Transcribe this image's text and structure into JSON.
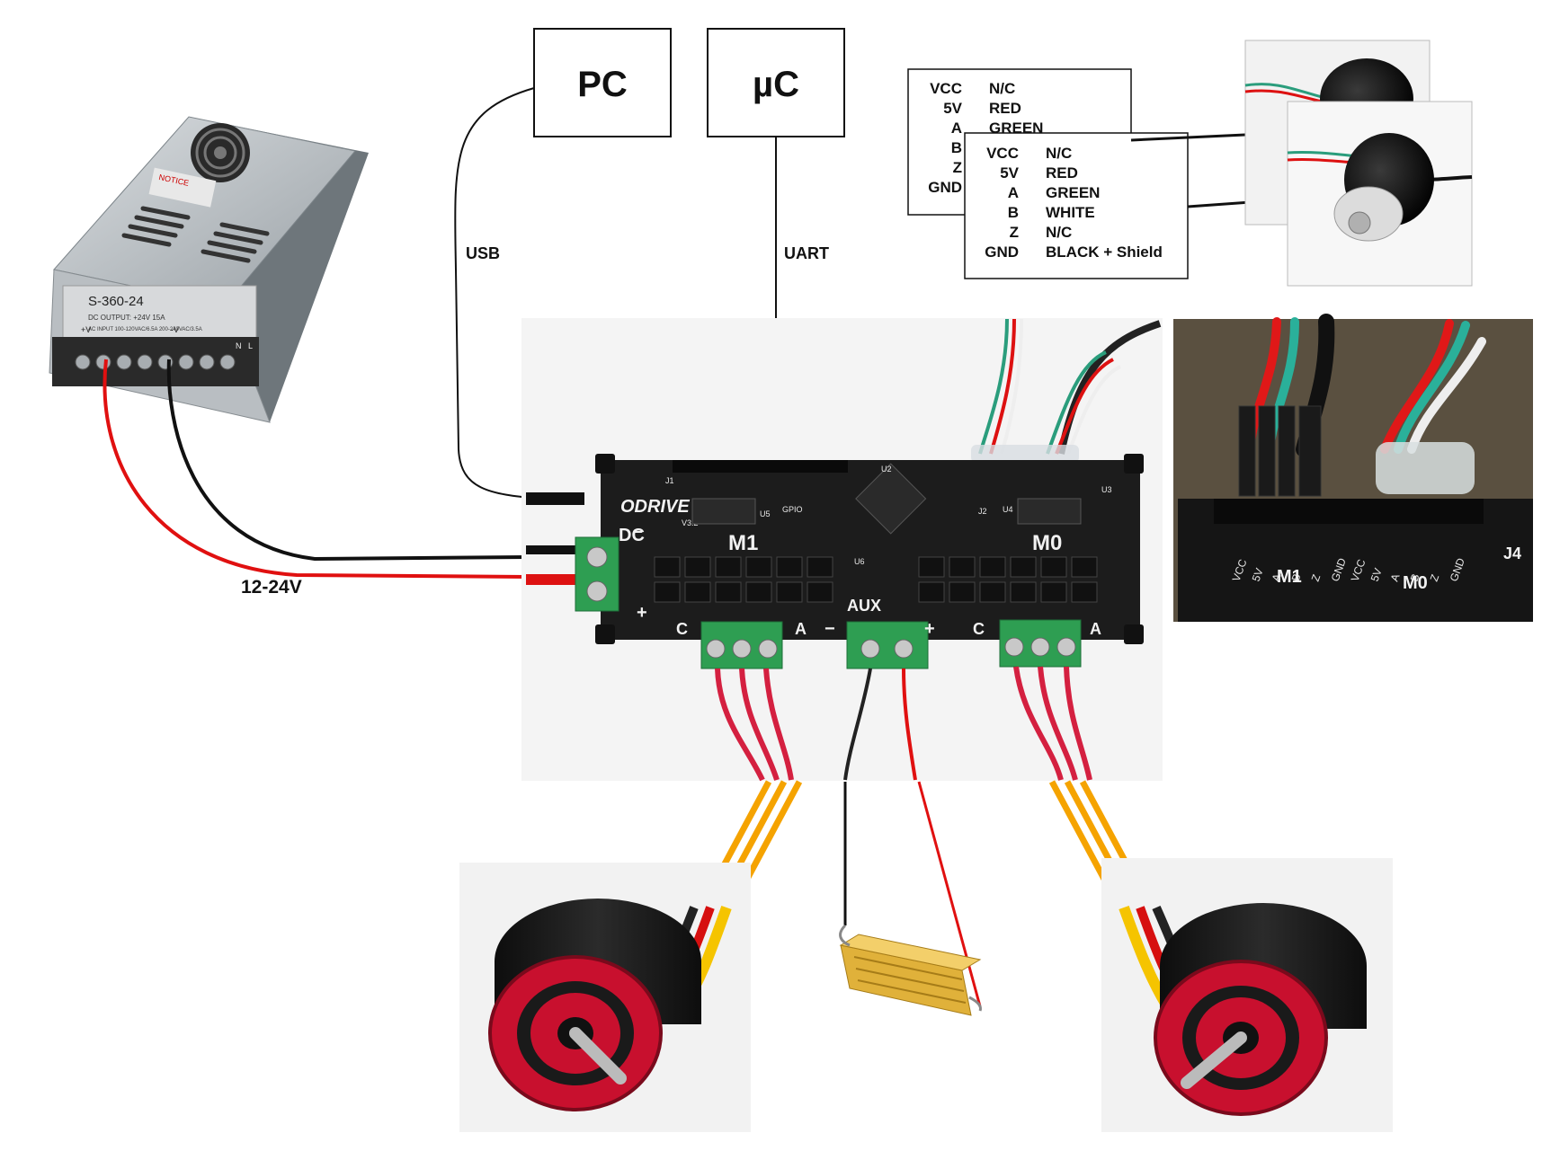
{
  "blocks": {
    "pc_label": "PC",
    "uc_label": "µC"
  },
  "links": {
    "usb_label": "USB",
    "uart_label": "UART",
    "power_label": "12-24V"
  },
  "psu": {
    "model": "S-360-24",
    "notice": "NOTICE",
    "output": "DC OUTPUT: +24V 15A",
    "input": "AC INPUT 100-120VAC/6.5A 200-240VAC/3.5A",
    "plus_v": "+V",
    "minus_v": "-V",
    "n_terminal": "N",
    "l_terminal": "L"
  },
  "board": {
    "brand": "ODRIVE",
    "version": "V3.2",
    "m1": "M1",
    "m0": "M0",
    "aux": "AUX",
    "dc": "DC",
    "gpio": "GPIO",
    "phase_c_left": "C",
    "phase_a_left": "A",
    "phase_c_right": "C",
    "phase_a_right": "A",
    "aux_minus": "−",
    "aux_plus": "+",
    "dc_minus": "−",
    "dc_plus": "+",
    "u5": "U5",
    "u4": "U4",
    "u2": "U2",
    "u3": "U3",
    "u6": "U6",
    "j2": "J2",
    "j1": "J1"
  },
  "encoder_tables": [
    {
      "rows": [
        {
          "pin": "VCC",
          "wire": "N/C"
        },
        {
          "pin": "5V",
          "wire": "RED"
        },
        {
          "pin": "A",
          "wire": "GREEN"
        },
        {
          "pin": "B",
          "wire": ""
        },
        {
          "pin": "Z",
          "wire": ""
        },
        {
          "pin": "GND",
          "wire": ""
        }
      ]
    },
    {
      "rows": [
        {
          "pin": "VCC",
          "wire": "N/C"
        },
        {
          "pin": "5V",
          "wire": "RED"
        },
        {
          "pin": "A",
          "wire": "GREEN"
        },
        {
          "pin": "B",
          "wire": "WHITE"
        },
        {
          "pin": "Z",
          "wire": "N/C"
        },
        {
          "pin": "GND",
          "wire": "BLACK + Shield"
        }
      ]
    }
  ],
  "closeup": {
    "connector_labels": [
      "VCC",
      "5V",
      "A",
      "B",
      "Z",
      "GND",
      "VCC",
      "5V",
      "A",
      "B",
      "Z",
      "GND"
    ],
    "m1": "M1",
    "m0": "M0",
    "j4": "J4"
  },
  "colors": {
    "wire_red": "#e01010",
    "wire_black": "#111111",
    "motor_lead_orange": "#f5a300",
    "board_black": "#1c1c1c",
    "terminal_green": "#2e9e52",
    "motor_red": "#c8102e",
    "resistor_gold": "#e0b13a"
  },
  "icons": {
    "psu": "power-supply-icon",
    "encoder": "rotary-encoder-icon",
    "motor": "brushless-motor-icon",
    "resistor": "brake-resistor-icon"
  }
}
